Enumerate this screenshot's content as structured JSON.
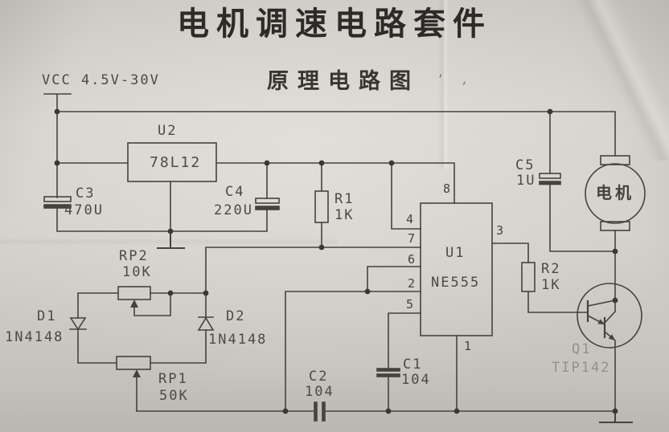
{
  "title": "电机调速电路套件",
  "subtitle": "原理电路图",
  "stray_marks": "’ ‚",
  "power": {
    "vcc_label": "VCC 4.5V-30V"
  },
  "components": {
    "u2": {
      "ref": "U2",
      "value": "78L12"
    },
    "u1": {
      "ref": "U1",
      "value": "NE555"
    },
    "r1": {
      "ref": "R1",
      "value": "1K"
    },
    "r2": {
      "ref": "R2",
      "value": "1K"
    },
    "rp1": {
      "ref": "RP1",
      "value": "50K"
    },
    "rp2": {
      "ref": "RP2",
      "value": "10K"
    },
    "c1": {
      "ref": "C1",
      "value": "104"
    },
    "c2": {
      "ref": "C2",
      "value": "104"
    },
    "c3": {
      "ref": "C3",
      "value": "470U"
    },
    "c4": {
      "ref": "C4",
      "value": "220U"
    },
    "c5": {
      "ref": "C5",
      "value": "1U"
    },
    "d1": {
      "ref": "D1",
      "value": "1N4148"
    },
    "d2": {
      "ref": "D2",
      "value": "1N4148"
    },
    "q1": {
      "ref": "Q1",
      "value": "TIP142"
    },
    "motor": {
      "label": "电机"
    }
  },
  "u1_pins": {
    "p1": "1",
    "p2": "2",
    "p3": "3",
    "p4": "4",
    "p5": "5",
    "p6": "6",
    "p7": "7",
    "p8": "8"
  },
  "colors": {
    "ink": "#46433e",
    "paper": "#d2cfca",
    "faded_ink": "#94908a"
  }
}
